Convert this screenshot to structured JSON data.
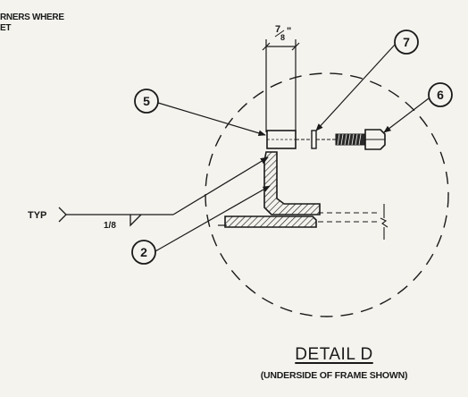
{
  "note": {
    "line1": "RNERS WHERE",
    "line2": "ET"
  },
  "dimension": {
    "numerator": "7",
    "denominator": "8",
    "unit_mark": "\""
  },
  "weld": {
    "leader_label": "TYP",
    "size": "1/8"
  },
  "callouts": [
    {
      "number": "5"
    },
    {
      "number": "7"
    },
    {
      "number": "6"
    },
    {
      "number": "2"
    }
  ],
  "detail": {
    "title": "DETAIL D",
    "subtitle": "(UNDERSIDE OF FRAME SHOWN)"
  },
  "colors": {
    "ink": "#1a1a1a",
    "paper": "#f4f3ee"
  }
}
